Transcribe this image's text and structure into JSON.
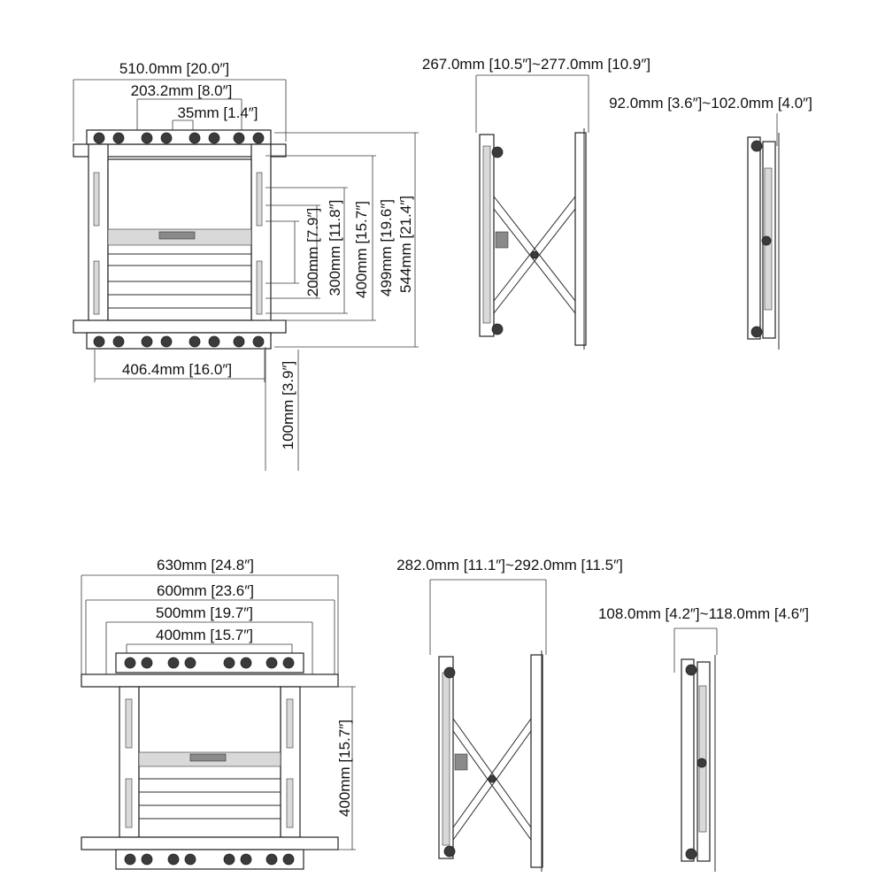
{
  "views": {
    "top_front": {
      "overall_width": "510.0mm [20.0″]",
      "center_span": "203.2mm [8.0″]",
      "small_gap": "35mm [1.4″]",
      "base_width": "406.4mm [16.0″]",
      "v200": "200mm [7.9″]",
      "v300": "300mm [11.8″]",
      "v400": "400mm [15.7″]",
      "v499": "499mm [19.6″]",
      "v544": "544mm [21.4″]",
      "v100": "100mm [3.9″]"
    },
    "top_side_extended": {
      "depth": "267.0mm [10.5″]~277.0mm [10.9″]"
    },
    "top_side_retracted": {
      "depth": "92.0mm [3.6″]~102.0mm [4.0″]"
    },
    "bottom_front": {
      "w630": "630mm [24.8″]",
      "w600": "600mm [23.6″]",
      "w500": "500mm [19.7″]",
      "w400": "400mm [15.7″]",
      "v400": "400mm [15.7″]"
    },
    "bottom_side_extended": {
      "depth": "282.0mm [11.1″]~292.0mm [11.5″]"
    },
    "bottom_side_retracted": {
      "depth": "108.0mm [4.2″]~118.0mm [4.6″]"
    }
  }
}
